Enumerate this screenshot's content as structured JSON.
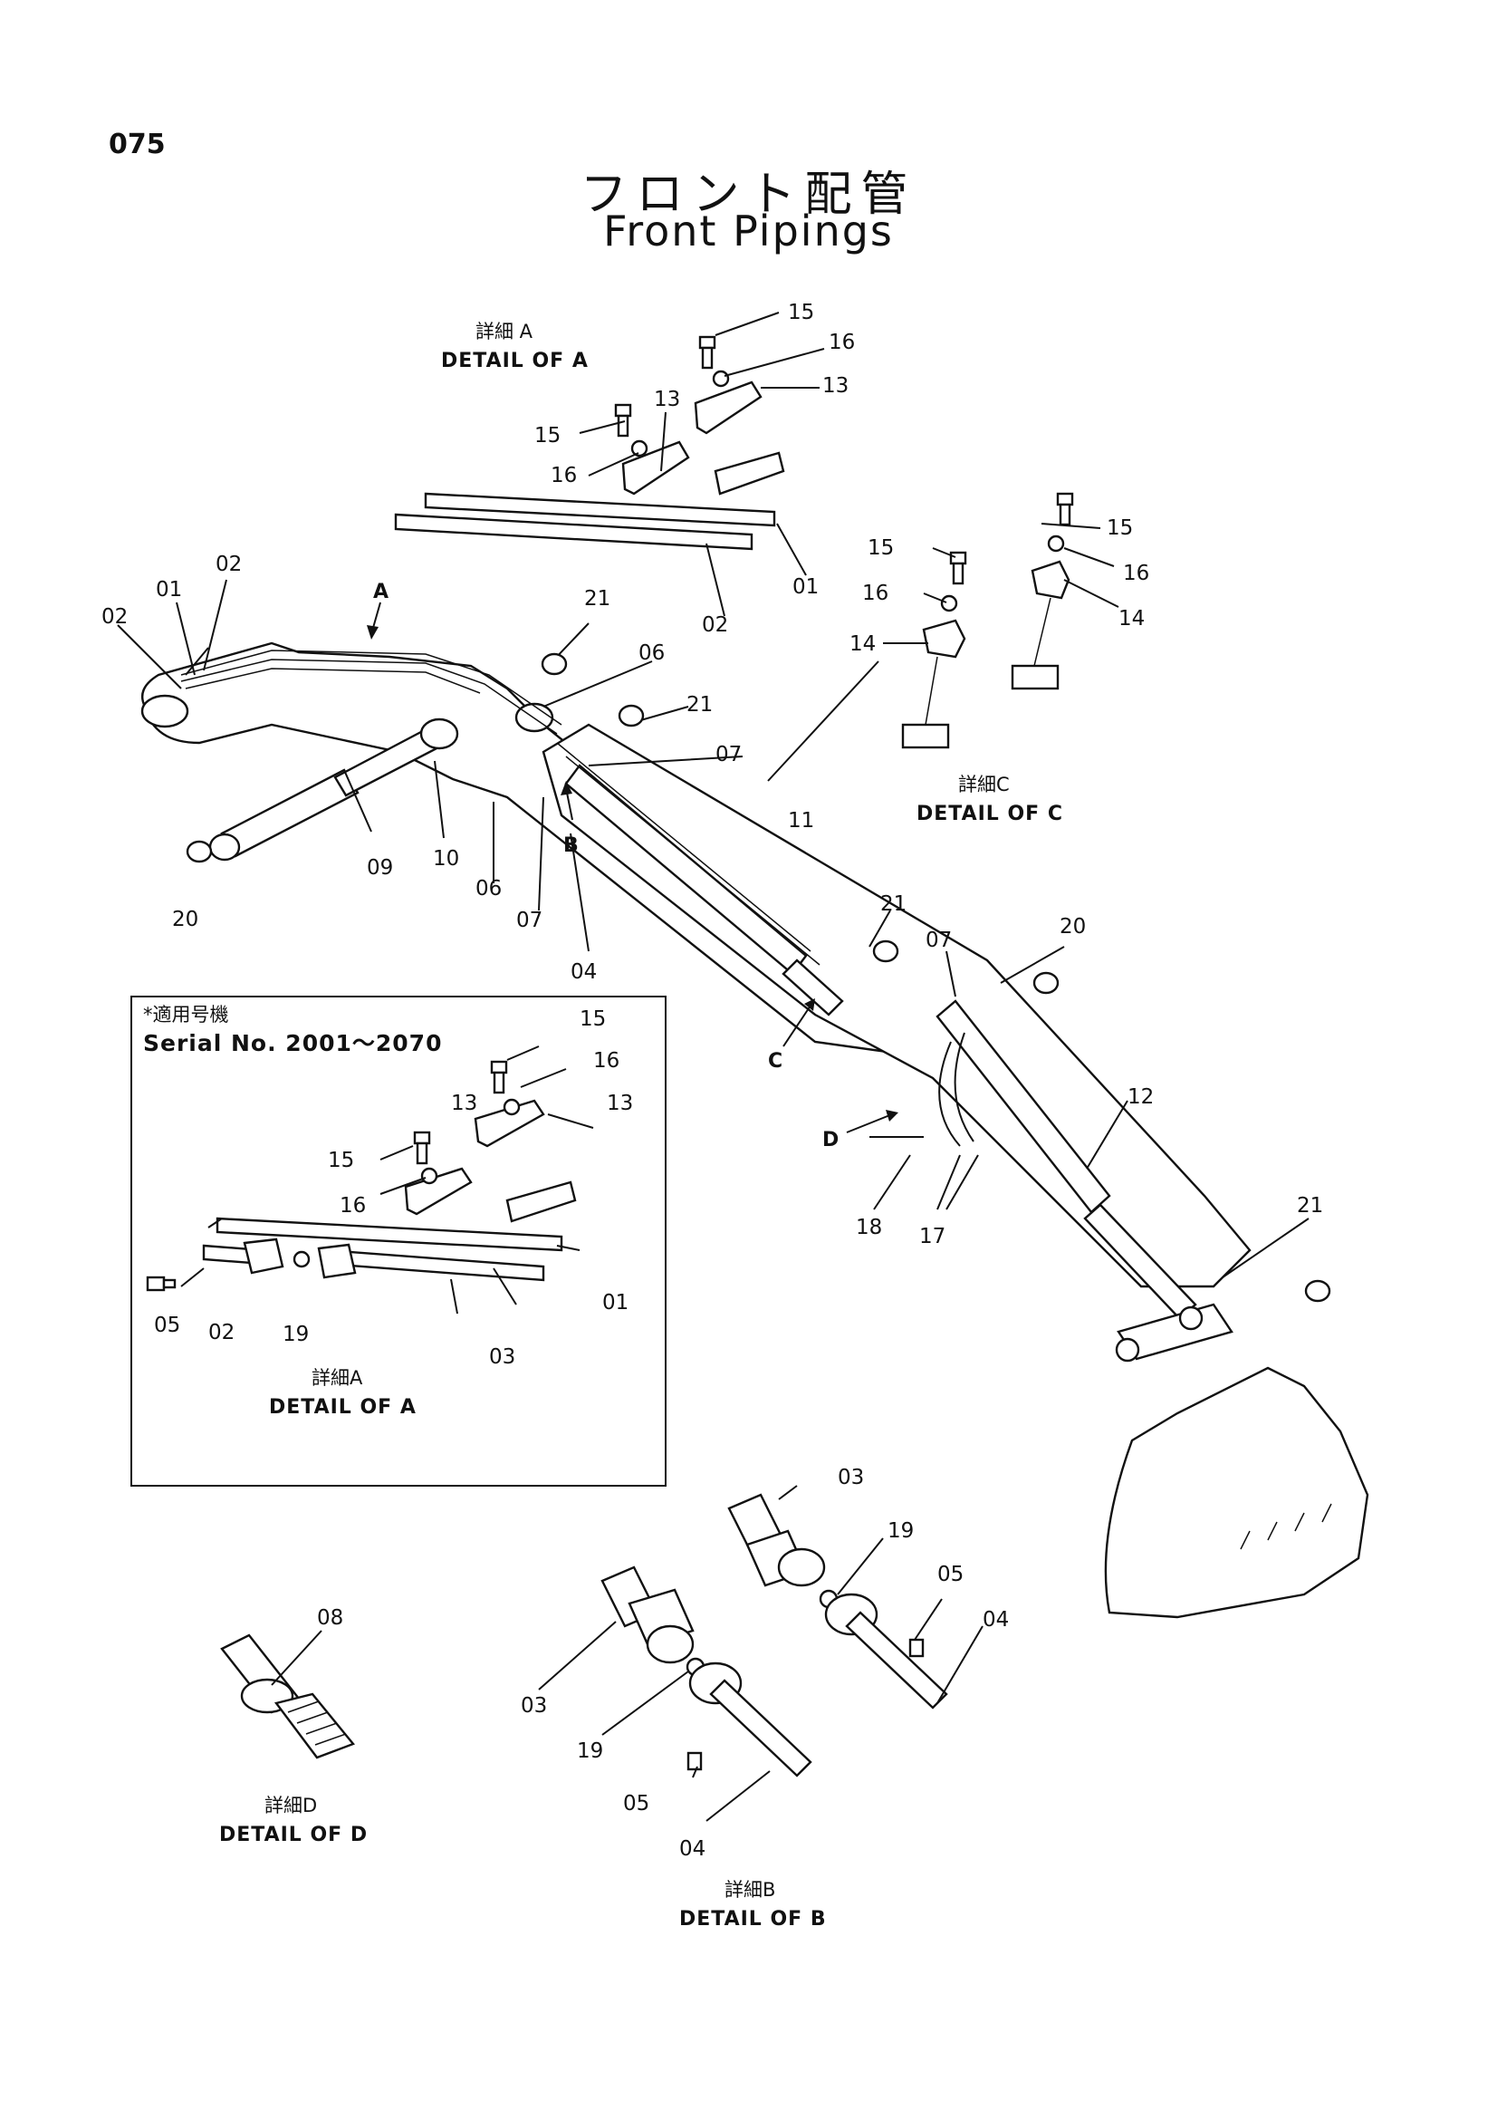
{
  "page_number": "075",
  "title_jp": "フロント配管",
  "title_en": "Front Pipings",
  "details": {
    "a_top": {
      "jp": "詳細 A",
      "en": "DETAIL OF A"
    },
    "c": {
      "jp": "詳細C",
      "en": "DETAIL OF C"
    },
    "a_inset": {
      "jp": "詳細A",
      "en": "DETAIL OF A"
    },
    "d": {
      "jp": "詳細D",
      "en": "DETAIL OF D"
    },
    "b": {
      "jp": "詳細B",
      "en": "DETAIL OF B"
    }
  },
  "inset": {
    "note_jp": "*適用号機",
    "serial": "Serial No. 2001～2070"
  },
  "view_markers": [
    "A",
    "B",
    "C",
    "D"
  ],
  "part_labels": [
    "15",
    "16",
    "13",
    "15",
    "16",
    "13",
    "01",
    "02",
    "15",
    "16",
    "14",
    "15",
    "16",
    "14",
    "01",
    "02",
    "02",
    "21",
    "06",
    "21",
    "07",
    "11",
    "09",
    "10",
    "06",
    "B",
    "07",
    "04",
    "20",
    "21",
    "07",
    "20",
    "12",
    "21",
    "18",
    "17",
    "15",
    "16",
    "13",
    "13",
    "15",
    "16",
    "01",
    "02",
    "03",
    "05",
    "19",
    "03",
    "19",
    "05",
    "04",
    "08",
    "03",
    "19",
    "05",
    "04"
  ]
}
